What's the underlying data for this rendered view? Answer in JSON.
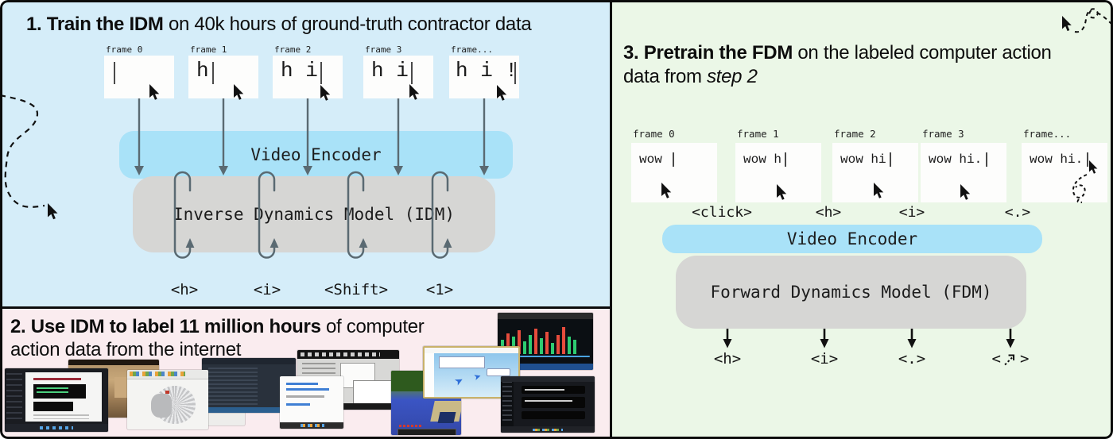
{
  "colors": {
    "panel1_bg": "#d5edf9",
    "panel2_bg": "#faecef",
    "panel3_bg": "#ebf7e7",
    "encoder_fill": "#a9e2f8",
    "model_fill": "#d6d6d4",
    "arrow_gray": "#5a6a72",
    "arrow_black": "#111111",
    "text": "#0d0d0d"
  },
  "panel1": {
    "title_bold": "1. Train the IDM",
    "title_rest": " on 40k hours of ground-truth contractor data",
    "frames": [
      {
        "label": "frame 0",
        "text": ""
      },
      {
        "label": "frame 1",
        "text": "h"
      },
      {
        "label": "frame 2",
        "text": "h i"
      },
      {
        "label": "frame 3",
        "text": "h i"
      },
      {
        "label": "frame...",
        "text": "h i !"
      }
    ],
    "encoder_label": "Video Encoder",
    "model_label": "Inverse Dynamics Model (IDM)",
    "outputs": [
      "<h>",
      "<i>",
      "<Shift>",
      "<1>"
    ]
  },
  "panel2": {
    "title_bold": "2. Use IDM to label 11 million hours",
    "title_rest": " of computer",
    "title_line2": "action data from the internet",
    "screenshots": [
      "coding-documentation",
      "fps-game",
      "cad-software",
      "blank-window",
      "terminal",
      "file-manager",
      "settings-dialog",
      "minecraft",
      "stock-trading-chart",
      "paint-drawing-app",
      "dark-webpage"
    ]
  },
  "panel3": {
    "title_bold": "3. Pretrain the FDM",
    "title_rest": " on the labeled computer action",
    "title_line2_prefix": "data from ",
    "title_line2_italic": "step 2",
    "frames": [
      {
        "label": "frame 0",
        "text": "wow "
      },
      {
        "label": "frame 1",
        "text": "wow h"
      },
      {
        "label": "frame 2",
        "text": "wow hi"
      },
      {
        "label": "frame 3",
        "text": "wow hi."
      },
      {
        "label": "frame...",
        "text": "wow hi."
      }
    ],
    "actions": [
      "<click>",
      "<h>",
      "<i>",
      "<.>"
    ],
    "encoder_label": "Video Encoder",
    "model_label": "Forward Dynamics Model (FDM)",
    "outputs": [
      "<h>",
      "<i>",
      "<.>"
    ],
    "output_move_open": "<",
    "output_move_close": ">"
  }
}
